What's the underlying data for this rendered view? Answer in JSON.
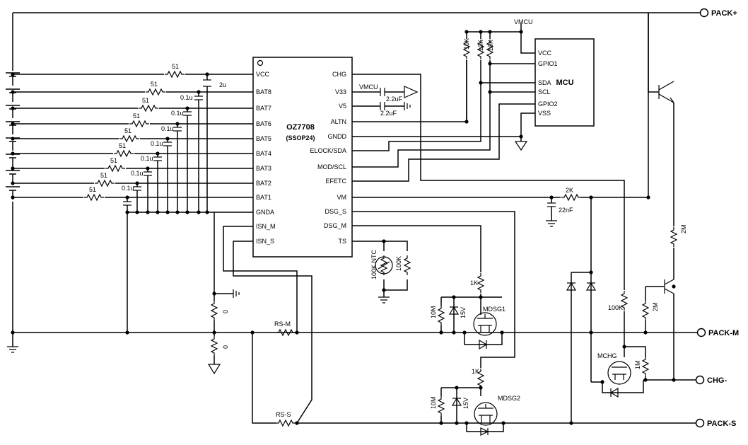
{
  "ic": {
    "name": "OZ7708",
    "package": "(SSOP24)",
    "left_pins": [
      "VCC",
      "BAT8",
      "BAT7",
      "BAT6",
      "BAT5",
      "BAT4",
      "BAT3",
      "BAT2",
      "BAT1",
      "GNDA",
      "ISN_M",
      "ISN_S"
    ],
    "right_pins": [
      "CHG",
      "V33",
      "V5",
      "ALTN",
      "GNDD",
      "ELOCK/SDA",
      "MOD/SCL",
      "EFETC",
      "VM",
      "DSG_S",
      "DSG_M",
      "TS"
    ]
  },
  "mcu": {
    "name": "MCU",
    "supply": "VMCU",
    "left_pins": [
      "VCC",
      "GPIO1",
      "SDA",
      "SCL",
      "GPIO2",
      "VSS"
    ]
  },
  "terminals": [
    "PACK+",
    "PACK-M",
    "CHG-",
    "PACK-S"
  ],
  "labels": {
    "r51": "51",
    "c2u": "2u",
    "c01u": "0.1u",
    "r10k": "10K",
    "vmcu": "VMCU",
    "c22uf": "2.2uF",
    "r2k": "2K",
    "c22nf": "22nF",
    "r2m": "2M",
    "r100k": "100K",
    "ntc": "100K NTC",
    "r1k": "1K",
    "r10m": "10M",
    "z15v": "15V",
    "mdsg1": "MDSG1",
    "mdsg2": "MDSG2",
    "mchg": "MCHG",
    "r1m": "1M",
    "r0": "0",
    "rsm": "RS-M",
    "rss": "RS-S"
  }
}
